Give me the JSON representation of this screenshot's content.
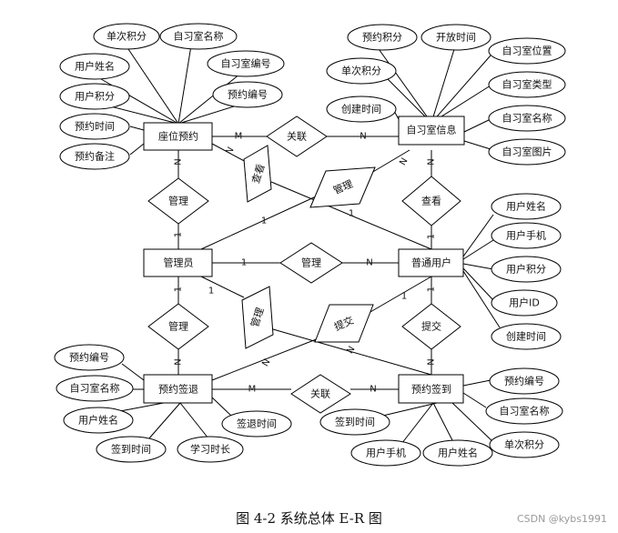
{
  "caption": "图 4-2  系统总体 E-R 图",
  "watermark": "CSDN @kybs1991",
  "entities": {
    "seat": "座位预约",
    "room": "自习室信息",
    "admin": "管理员",
    "user": "普通用户",
    "cancel": "预约签退",
    "checkin": "预约签到"
  },
  "attributes": {
    "seat_single_points": "单次积分",
    "seat_room_name": "自习室名称",
    "seat_user_name": "用户姓名",
    "seat_room_no": "自习室编号",
    "seat_user_points": "用户积分",
    "seat_reserve_no": "预约编号",
    "seat_reserve_time": "预约时间",
    "seat_remark": "预约备注",
    "room_reserve_points": "预约积分",
    "room_open_time": "开放时间",
    "room_location": "自习室位置",
    "room_single_points": "单次积分",
    "room_type": "自习室类型",
    "room_create_time": "创建时间",
    "room_name": "自习室名称",
    "room_image": "自习室图片",
    "user_name": "用户姓名",
    "user_phone": "用户手机",
    "user_points": "用户积分",
    "user_id": "用户ID",
    "user_create_time": "创建时间",
    "cancel_reserve_no": "预约编号",
    "cancel_room_name": "自习室名称",
    "cancel_user_name": "用户姓名",
    "cancel_time": "签退时间",
    "cancel_checkin_time": "签到时间",
    "cancel_study_duration": "学习时长",
    "checkin_reserve_no": "预约编号",
    "checkin_room_name": "自习室名称",
    "checkin_time": "签到时间",
    "checkin_single_points": "单次积分",
    "checkin_user_phone": "用户手机",
    "checkin_user_name": "用户姓名"
  },
  "relationships": {
    "seat_room": "关联",
    "seat_admin": "管理",
    "seat_user": "查看",
    "admin_room": "管理",
    "room_user": "查看",
    "admin_user": "管理",
    "admin_cancel": "管理",
    "admin_checkin": "管理",
    "user_cancel": "提交",
    "user_checkin": "提交",
    "cancel_checkin": "关联"
  },
  "cardinalities": {
    "one": "1",
    "many_n": "N",
    "many_m": "M"
  }
}
